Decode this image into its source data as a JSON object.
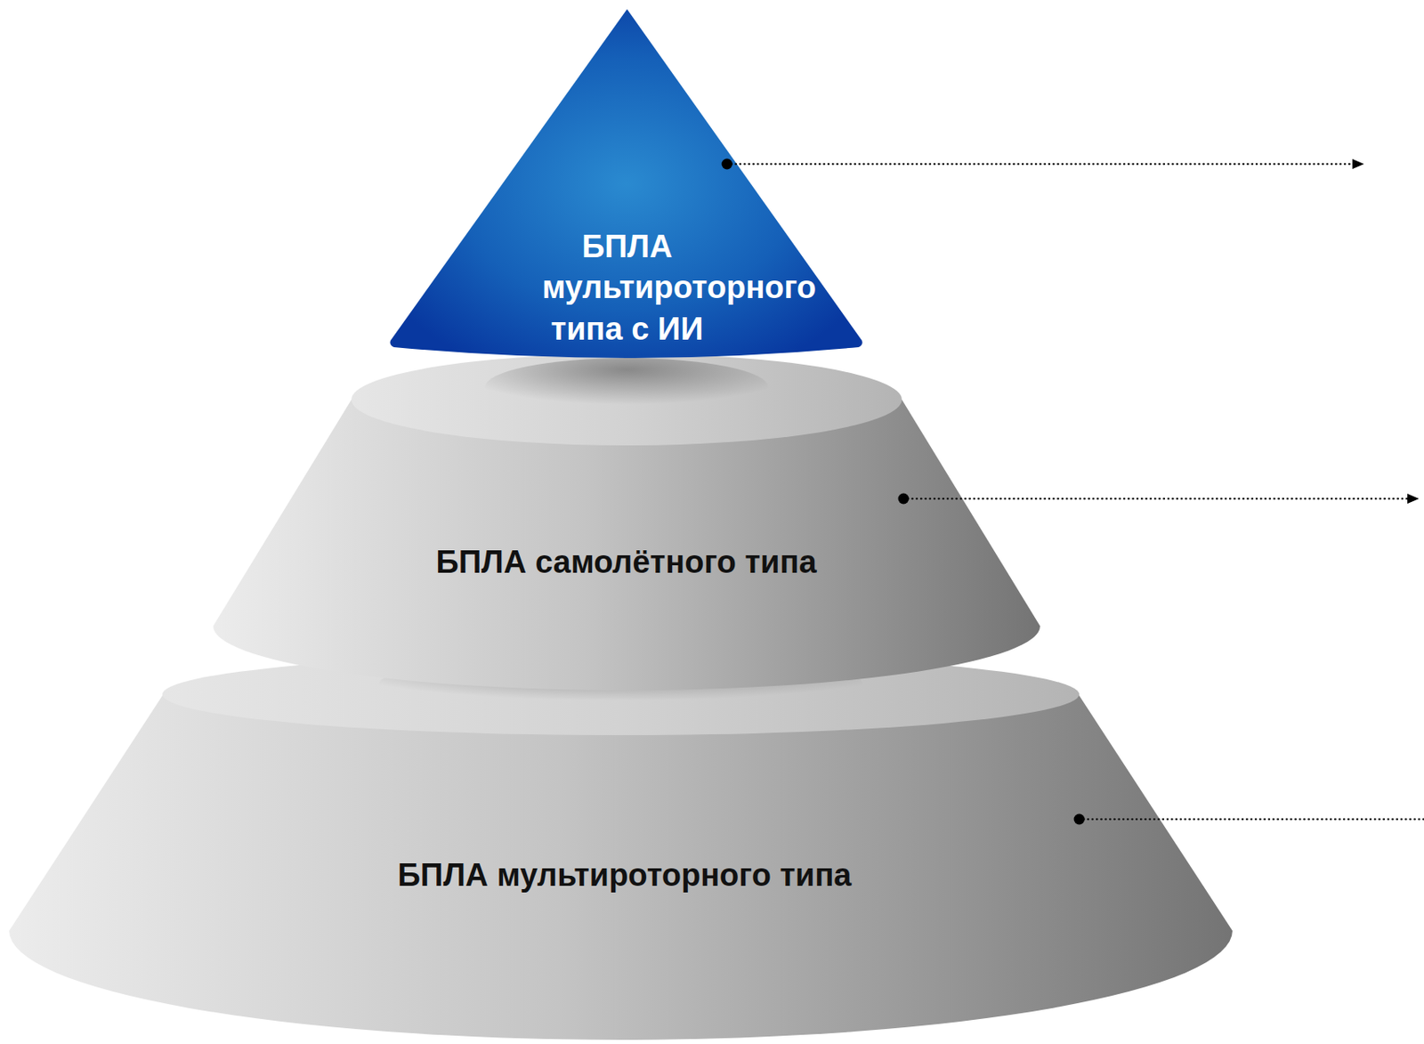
{
  "diagram": {
    "nodes": [
      {
        "text": [
          "БПЛА мультироторного типа с ИИ"
        ]
      },
      {
        "text": [
          "БПЛА самолётного типа"
        ]
      },
      {
        "text": [
          "БПЛА мультироторного типа"
        ]
      }
    ]
  }
}
